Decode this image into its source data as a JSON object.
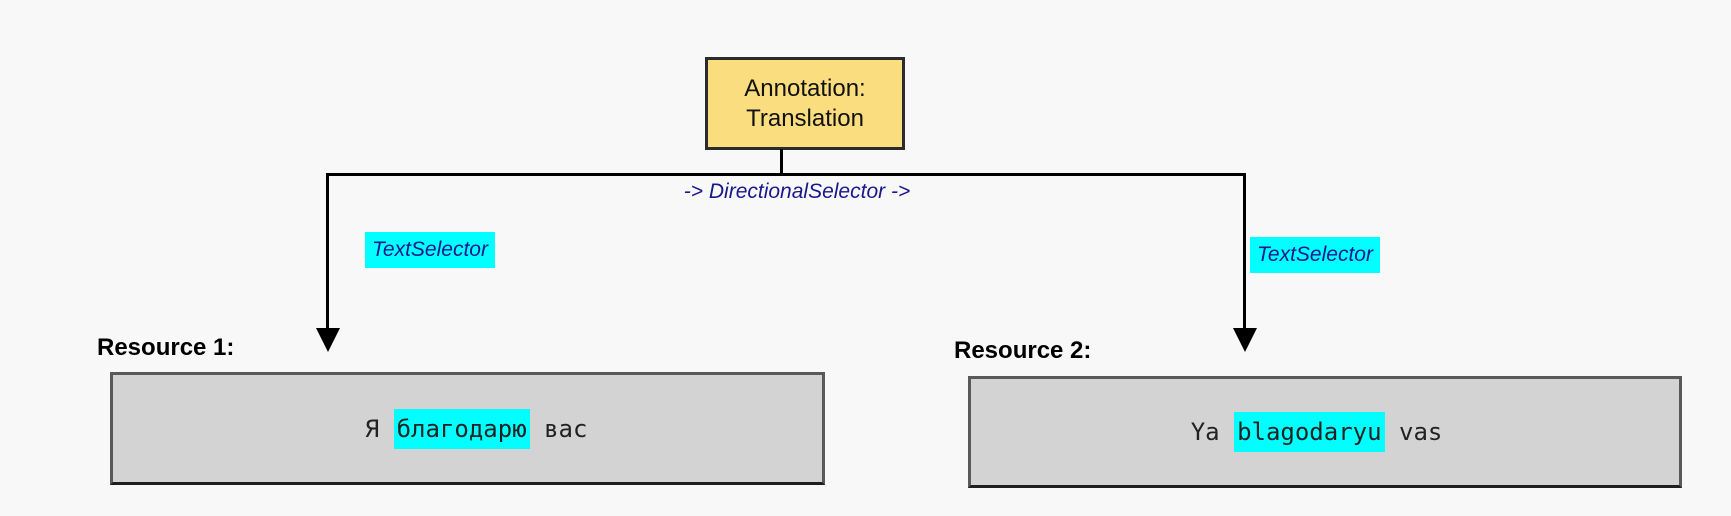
{
  "colors": {
    "background": "#f8f8f8",
    "annotation_fill": "#fadd7e",
    "annotation_border": "#2b2b2b",
    "highlight": "#00ffff",
    "selector_text": "#18188c",
    "resource_fill": "#d3d3d3",
    "resource_border": "#595959",
    "connector": "#000000"
  },
  "annotation": {
    "line1": "Annotation:",
    "line2": "Translation"
  },
  "directional_selector": {
    "label": "-> DirectionalSelector ->"
  },
  "selectors": {
    "left": "TextSelector",
    "right": "TextSelector"
  },
  "resources": [
    {
      "label": "Resource 1:",
      "text_before": "Я ",
      "highlight": "благодарю",
      "text_after": " вас"
    },
    {
      "label": "Resource 2:",
      "text_before": "Ya ",
      "highlight": "blagodaryu",
      "text_after": " vas"
    }
  ]
}
